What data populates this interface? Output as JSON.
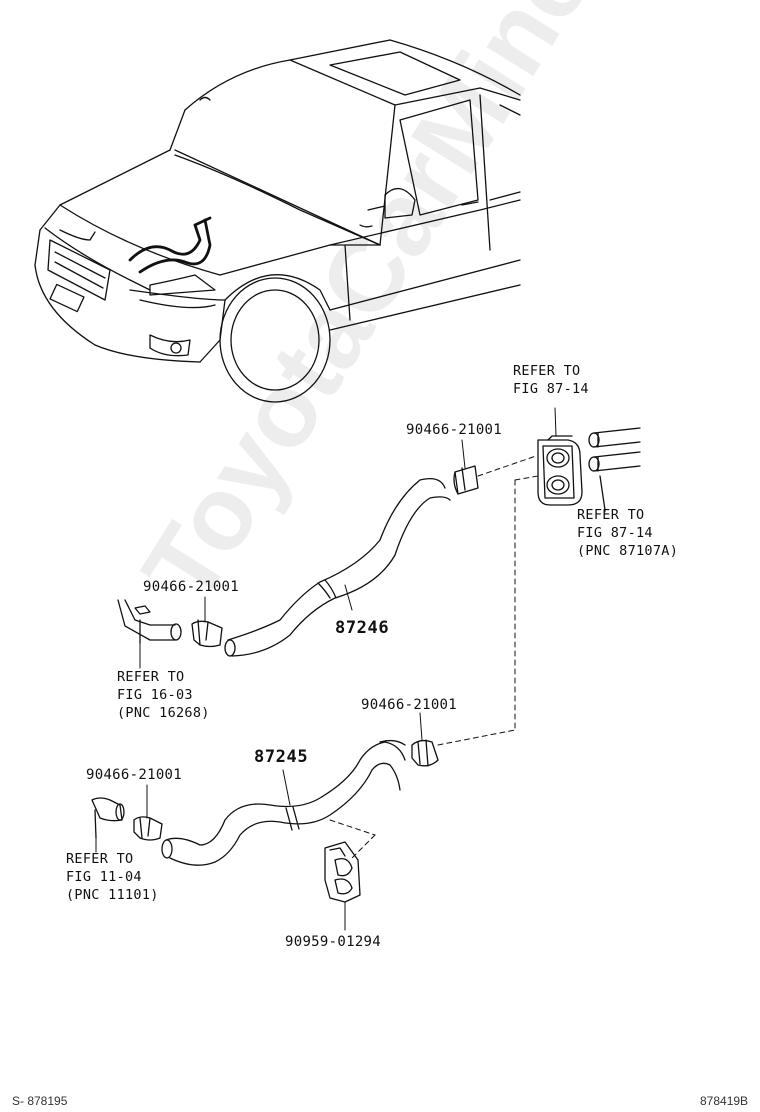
{
  "watermark": "ToyotaCarMine.ru",
  "labels": {
    "part_87246": "87246",
    "part_87245": "87245",
    "clamp_top": "90466-21001",
    "clamp_left_upper": "90466-21001",
    "clamp_right_lower": "90466-21001",
    "clamp_left_lower": "90466-21001",
    "clamp_bracket": "90959-01294"
  },
  "refs": {
    "fig87_upper": [
      "REFER TO",
      "FIG 87-14"
    ],
    "fig87_lower": [
      "REFER TO",
      "FIG 87-14",
      "(PNC 87107A)"
    ],
    "fig16": [
      "REFER TO",
      "FIG 16-03",
      "(PNC 16268)"
    ],
    "fig11": [
      "REFER TO",
      "FIG 11-04",
      "(PNC 11101)"
    ]
  },
  "footer": {
    "left": "S- 878195",
    "right": "878419B"
  }
}
